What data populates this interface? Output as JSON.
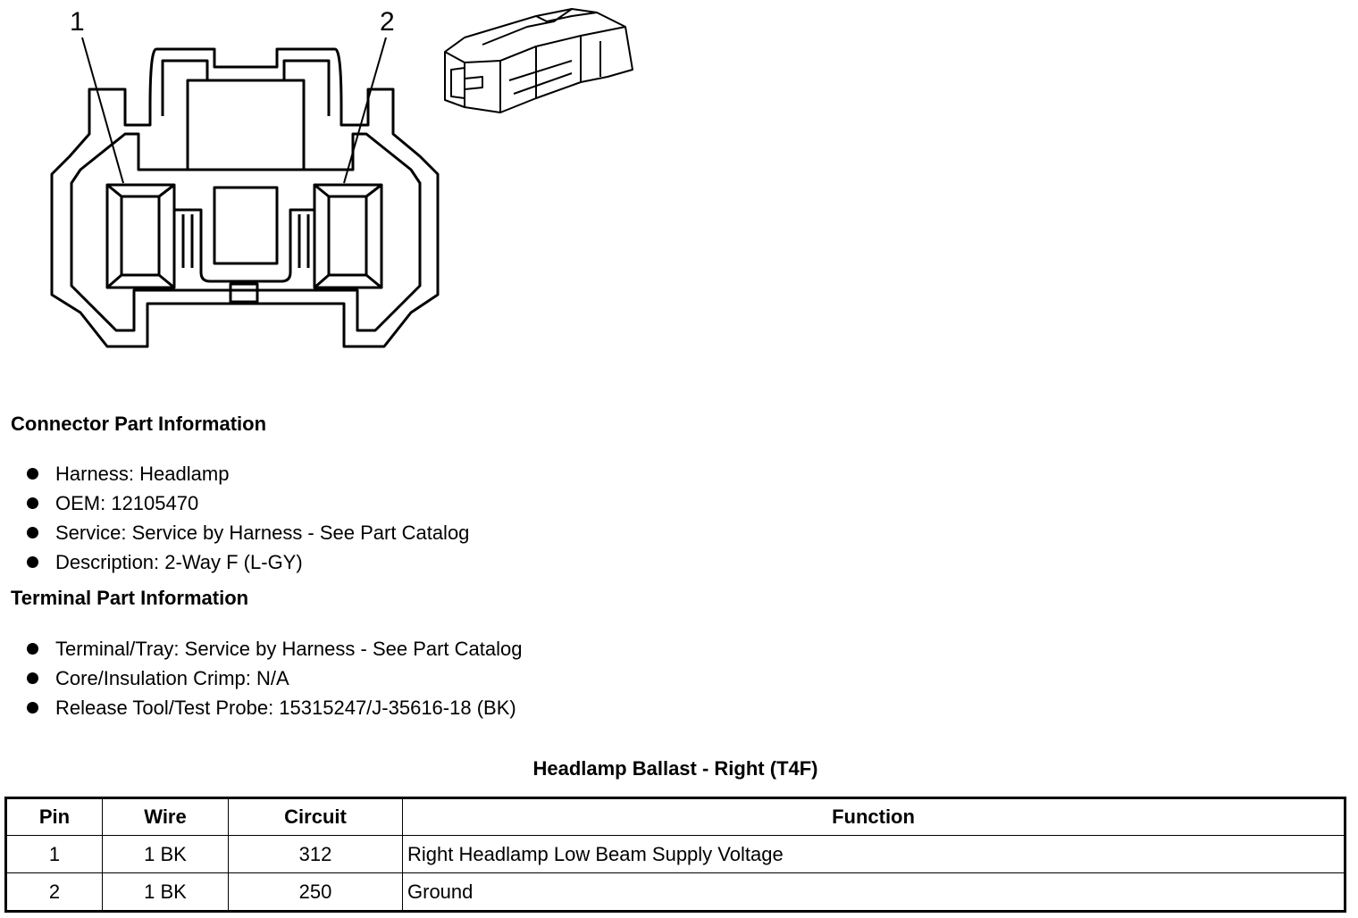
{
  "diagram": {
    "pin_labels": [
      "1",
      "2"
    ]
  },
  "connector_info": {
    "title": "Connector Part Information",
    "items": [
      "Harness: Headlamp",
      "OEM: 12105470",
      "Service: Service by Harness - See Part Catalog",
      "Description: 2-Way F (L-GY)"
    ]
  },
  "terminal_info": {
    "title": "Terminal Part Information",
    "items": [
      "Terminal/Tray: Service by Harness - See Part Catalog",
      "Core/Insulation Crimp: N/A",
      "Release Tool/Test Probe: 15315247/J-35616-18 (BK)"
    ]
  },
  "table": {
    "title": "Headlamp Ballast - Right (T4F)",
    "headers": [
      "Pin",
      "Wire",
      "Circuit",
      "Function"
    ],
    "rows": [
      [
        "1",
        "1 BK",
        "312",
        "Right Headlamp Low Beam Supply Voltage"
      ],
      [
        "2",
        "1 BK",
        "250",
        "Ground"
      ]
    ]
  }
}
